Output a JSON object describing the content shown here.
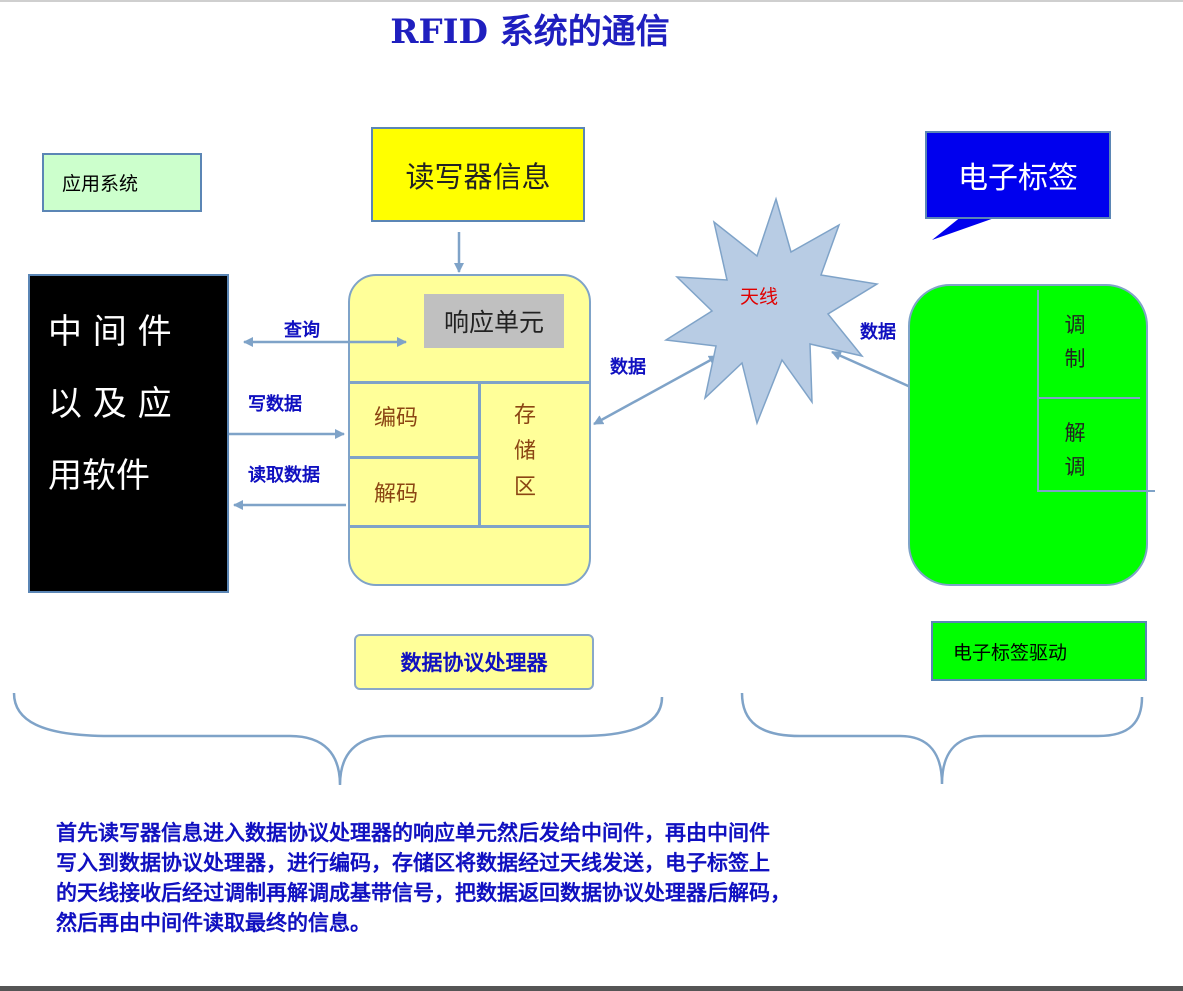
{
  "title": "RFID 系统的通信",
  "app_system": "应用系统",
  "reader_info": "读写器信息",
  "middleware": [
    "中 间 件",
    "以 及 应",
    "用软件"
  ],
  "processor": {
    "response_unit": "响应单元",
    "encode": "编码",
    "decode": "解码",
    "storage": [
      "存",
      "储",
      "区"
    ]
  },
  "processor_label": "数据协议处理器",
  "flows": {
    "query": "查询",
    "write_data": "写数据",
    "read_data": "读取数据",
    "data_left": "数据",
    "data_right": "数据"
  },
  "antenna": "天线",
  "e_tag": "电子标签",
  "tag": {
    "modulate": [
      "调",
      "制"
    ],
    "demodulate": [
      "解",
      "调"
    ]
  },
  "tag_driver": "电子标签驱动",
  "description": [
    "首先读写器信息进入数据协议处理器的响应单元然后发给中间件，再由中间件",
    "写入到数据协议处理器，进行编码，存储区将数据经过天线发送，电子标签上",
    "的天线接收后经过调制再解调成基带信号，把数据返回数据协议处理器后解码，",
    "然后再由中间件读取最终的信息。"
  ],
  "colors": {
    "title": "#1f1fbf",
    "label_blue": "#1010c0",
    "arrow": "#7fa3c8",
    "processor_fill": "#ffff99",
    "reader_fill": "#ffff00",
    "tag_fill": "#00ff00",
    "etag_fill": "#0000ee",
    "antenna_fill": "#b8cce4",
    "antenna_text": "#e00000"
  }
}
